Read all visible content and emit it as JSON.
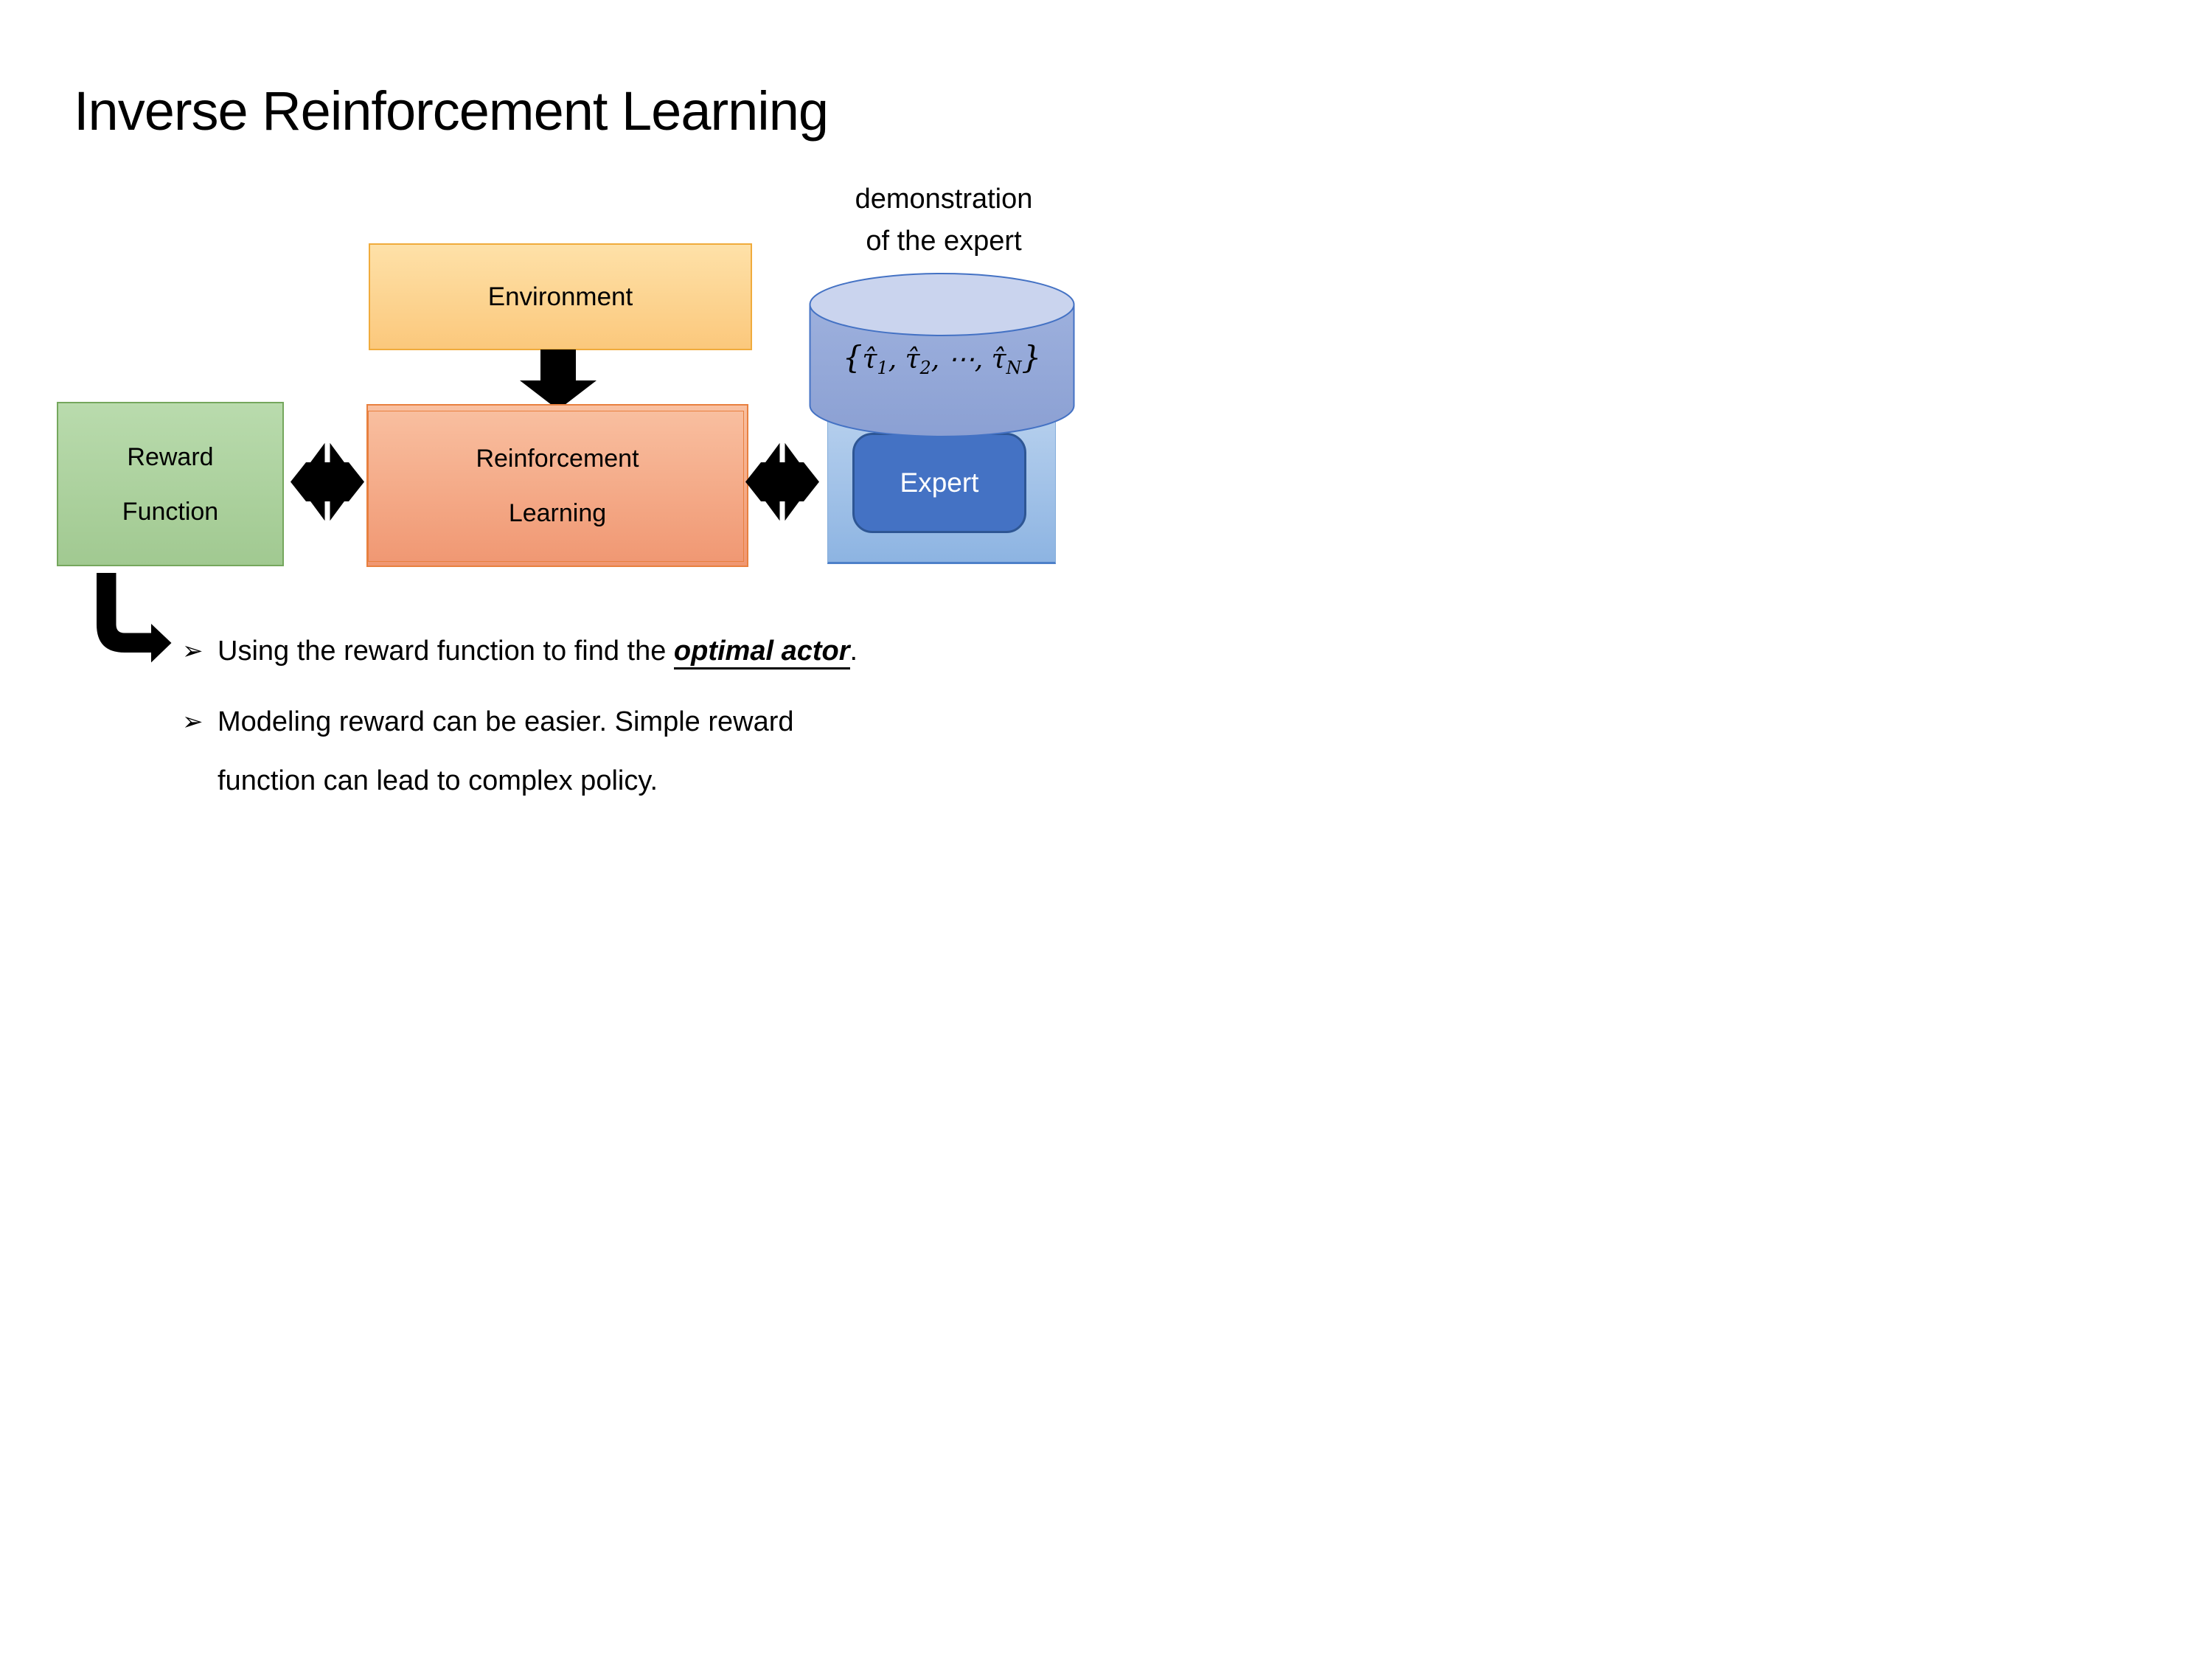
{
  "title": "Inverse Reinforcement Learning",
  "demo_label": {
    "line1": "demonstration",
    "line2": "of the expert"
  },
  "boxes": {
    "environment": "Environment",
    "reward_function": {
      "line1": "Reward",
      "line2": "Function"
    },
    "reinforcement_learning": {
      "line1": "Reinforcement",
      "line2": "Learning"
    },
    "expert": "Expert"
  },
  "cylinder_math": {
    "open": "{",
    "tau": "τ̂",
    "sub1": "1",
    "sub2": "2",
    "subN": "N",
    "comma": ", ",
    "dots": "⋯",
    "close": "}"
  },
  "bullets": {
    "marker": "➢",
    "item1": {
      "prefix": "Using the reward function to find the ",
      "emphasis": "optimal actor",
      "suffix": "."
    },
    "item2": {
      "line1": "Modeling reward can be easier. Simple reward",
      "line2": "function can lead to complex policy."
    }
  },
  "icons": {
    "down_arrow": "down-arrow",
    "double_arrow_left": "double-headed-exchange-arrow",
    "double_arrow_right": "double-headed-exchange-arrow",
    "bent_arrow": "elbow-arrow"
  },
  "colors": {
    "text_color": "#000000",
    "env_fill_top": "#FEE1A8",
    "env_fill_bottom": "#FBC87C",
    "env_border": "#F0AB3C",
    "green_fill_top": "#B9DBAD",
    "green_fill_bottom": "#A1C991",
    "green_border": "#75A75D",
    "orange_fill_top": "#F9C0A1",
    "orange_fill_bottom": "#F09772",
    "orange_border": "#E8803F",
    "blue_container_top": "#B8D1EE",
    "blue_container_bottom": "#8DB4E2",
    "blue_container_border": "#84ADDB",
    "blue_container_edge": "#4E80C9",
    "expert_fill": "#4472C4",
    "expert_border": "#2E5694",
    "cylinder_body_top": "#9DB0DD",
    "cylinder_body_bottom": "#8BA0D3",
    "cylinder_top_fill": "#CAD4EE",
    "cylinder_stroke": "#4472C4",
    "arrow_black": "#000000"
  }
}
